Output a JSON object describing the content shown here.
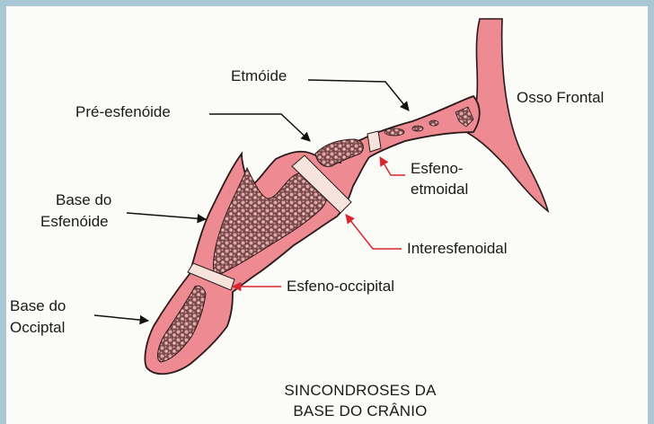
{
  "labels": {
    "etmoide": "Etmóide",
    "pre_esfenoide": "Pré-esfenóide",
    "osso_frontal": "Osso Frontal",
    "base_esfenoide_1": "Base do",
    "base_esfenoide_2": "Esfenóide",
    "esfeno_etmoidal_1": "Esfeno-",
    "esfeno_etmoidal_2": "etmoidal",
    "interesfenoidal": "Interesfenoidal",
    "esfeno_occipital": "Esfeno-occipital",
    "base_occipital_1": "Base do",
    "base_occipital_2": "Occiptal"
  },
  "caption": {
    "line1": "SINCONDROSES DA",
    "line2": "BASE DO CRÂNIO"
  },
  "colors": {
    "bone_fill": "#ee8a92",
    "outline": "#2a1a1a",
    "arrow_black": "#111111",
    "arrow_red": "#d8262e",
    "cartilage": "#f6e3dc",
    "spongy": "#5a3a3a"
  }
}
